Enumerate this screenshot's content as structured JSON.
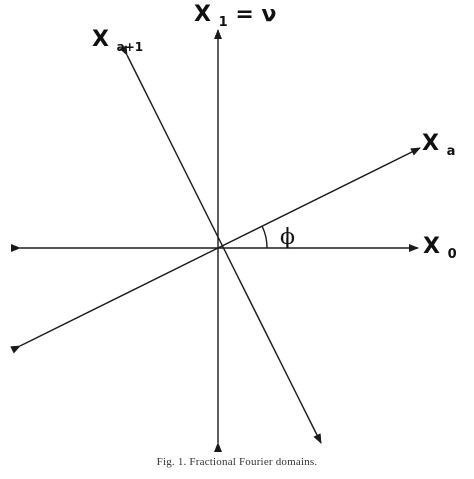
{
  "axes": {
    "x0": {
      "main": "X",
      "sub": "0"
    },
    "x1": {
      "main": "X",
      "sub": "1",
      "suffix": " = ν"
    },
    "xa": {
      "main": "X",
      "sub": "a"
    },
    "xa1": {
      "main": "X",
      "sub": "a+1"
    }
  },
  "angle_symbol": "ϕ",
  "caption": "Fig. 1.   Fractional Fourier domains."
}
